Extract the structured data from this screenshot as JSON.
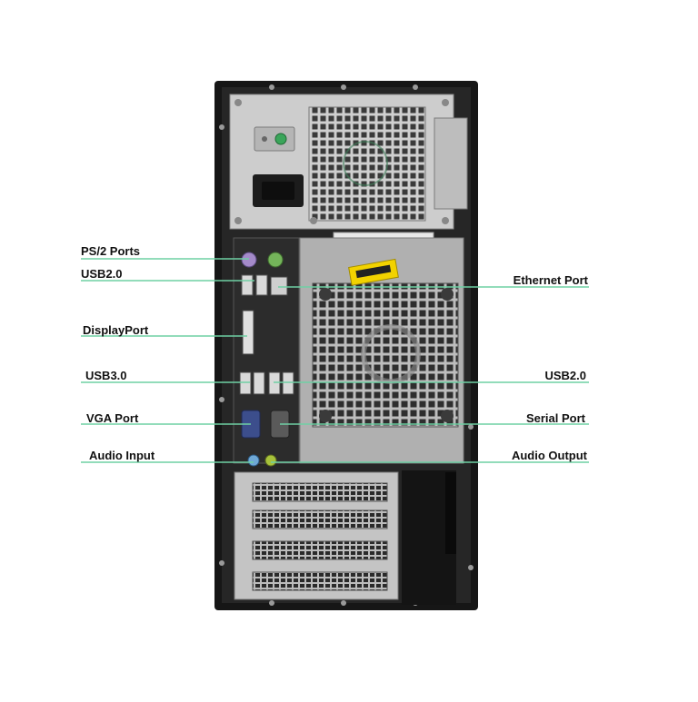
{
  "colors": {
    "leader_line": "#6fd0a4",
    "case_black": "#1a1a1a",
    "psu_metal": "#c9c9c9",
    "panel_metal": "#b8b8b8",
    "io_plate": "#2c2c2c",
    "ps2_purple": "#a48ac9",
    "ps2_green": "#74b45a",
    "label_sticker": "#f2d200",
    "vga_blue": "#3c4e8c",
    "audio_input_blue": "#6fa8d6",
    "audio_output_green": "#a7c23b"
  },
  "labels": {
    "left": [
      "PS/2 Ports",
      "USB2.0",
      "DisplayPort",
      "USB3.0",
      "VGA Port",
      "Audio Input"
    ],
    "right": [
      "Ethernet Port",
      "USB2.0",
      "Serial Port",
      "Audio Output"
    ]
  }
}
